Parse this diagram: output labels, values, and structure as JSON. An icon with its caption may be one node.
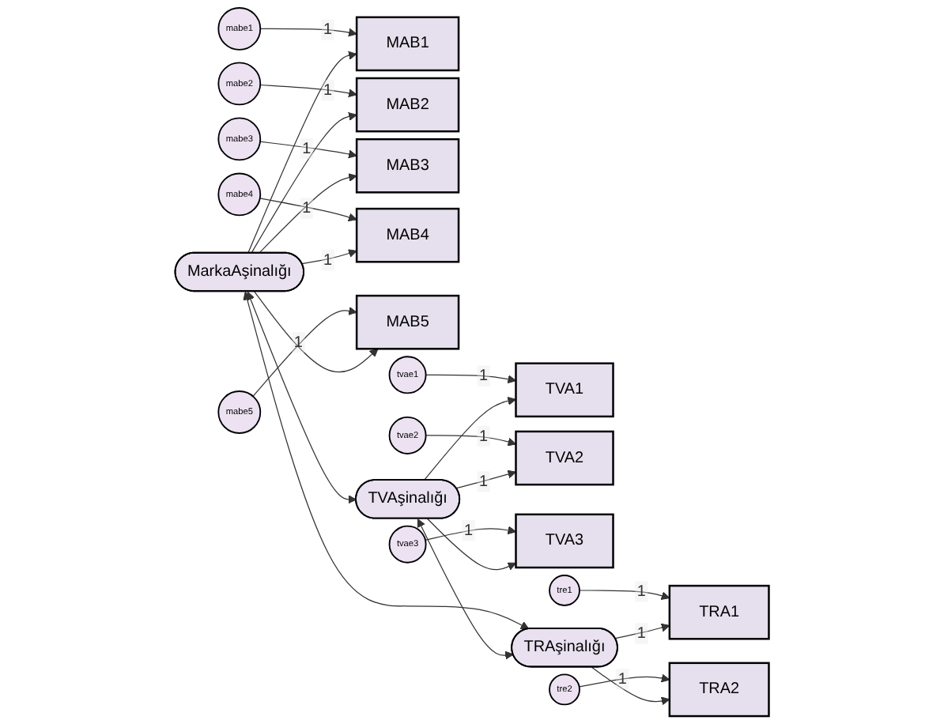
{
  "diagram": {
    "nodes": [
      {
        "text": [
          "mabe1"
        ]
      },
      {
        "text": [
          "MAB1"
        ]
      },
      {
        "text": [
          "mabe2"
        ]
      },
      {
        "text": [
          "MAB2"
        ]
      },
      {
        "text": [
          "mabe3"
        ]
      },
      {
        "text": [
          "MAB3"
        ]
      },
      {
        "text": [
          "MarkaAşinalığı"
        ]
      },
      {
        "text": [
          "mabe4"
        ]
      },
      {
        "text": [
          "MAB4"
        ]
      },
      {
        "text": [
          "mabe5"
        ]
      },
      {
        "text": [
          "MAB5"
        ]
      },
      {
        "text": [
          "tvae1"
        ]
      },
      {
        "text": [
          "TVA1"
        ]
      },
      {
        "text": [
          "tvae2"
        ]
      },
      {
        "text": [
          "TVA2"
        ]
      },
      {
        "text": [
          "TVAşinalığı"
        ]
      },
      {
        "text": [
          "tvae3"
        ]
      },
      {
        "text": [
          "TVA3"
        ]
      },
      {
        "text": [
          "tre1"
        ]
      },
      {
        "text": [
          "TRA1"
        ]
      },
      {
        "text": [
          "TRAşinalığı"
        ]
      },
      {
        "text": [
          "tre2"
        ]
      },
      {
        "text": [
          "TRA2"
        ]
      }
    ],
    "edges": [
      {
        "from": 0,
        "to": 1,
        "arrow": "to",
        "label": "1"
      },
      {
        "from": 2,
        "to": 3,
        "arrow": "to",
        "label": "1"
      },
      {
        "from": 4,
        "to": 5,
        "arrow": "to",
        "label": "1"
      },
      {
        "from": 7,
        "to": 8,
        "arrow": "to",
        "label": "1"
      },
      {
        "from": 9,
        "to": 10,
        "arrow": "to",
        "label": "1"
      },
      {
        "from": 11,
        "to": 12,
        "arrow": "to",
        "label": "1"
      },
      {
        "from": 13,
        "to": 14,
        "arrow": "to",
        "label": "1"
      },
      {
        "from": 16,
        "to": 17,
        "arrow": "to",
        "label": "1"
      },
      {
        "from": 18,
        "to": 19,
        "arrow": "to",
        "label": "1"
      },
      {
        "from": 21,
        "to": 22,
        "arrow": "to",
        "label": "1"
      },
      {
        "from": 6,
        "to": 1,
        "arrow": "to"
      },
      {
        "from": 6,
        "to": 3,
        "arrow": "to"
      },
      {
        "from": 6,
        "to": 5,
        "arrow": "to"
      },
      {
        "from": 6,
        "to": 8,
        "arrow": "to",
        "label": "1"
      },
      {
        "from": 6,
        "to": 10,
        "arrow": "to"
      },
      {
        "from": 15,
        "to": 12,
        "arrow": "to"
      },
      {
        "from": 15,
        "to": 14,
        "arrow": "to",
        "label": "1"
      },
      {
        "from": 15,
        "to": 17,
        "arrow": "to"
      },
      {
        "from": 20,
        "to": 19,
        "arrow": "to",
        "label": "1"
      },
      {
        "from": 20,
        "to": 22,
        "arrow": "to"
      },
      {
        "from": 6,
        "to": 15,
        "arrow": "both"
      },
      {
        "from": 6,
        "to": 20,
        "arrow": "both"
      },
      {
        "from": 15,
        "to": 20,
        "arrow": "both"
      }
    ]
  }
}
